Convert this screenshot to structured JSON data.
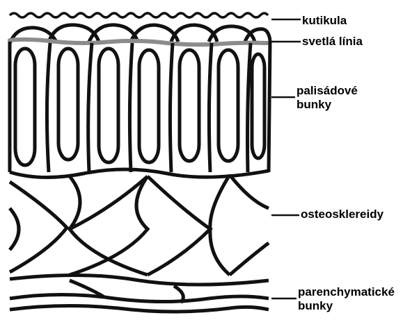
{
  "labels": {
    "kutikula": "kutikula",
    "svetla_linia": "svetlá línia",
    "palisadove_line1": "palisádové",
    "palisadove_line2": "bunky",
    "osteosklereidy": "osteosklereidy",
    "parenchymaticke_line1": "parenchymatické",
    "parenchymaticke_line2": "bunky"
  },
  "colors": {
    "ink": "#111111",
    "light_line": "#8c8c8c",
    "background": "#ffffff"
  }
}
